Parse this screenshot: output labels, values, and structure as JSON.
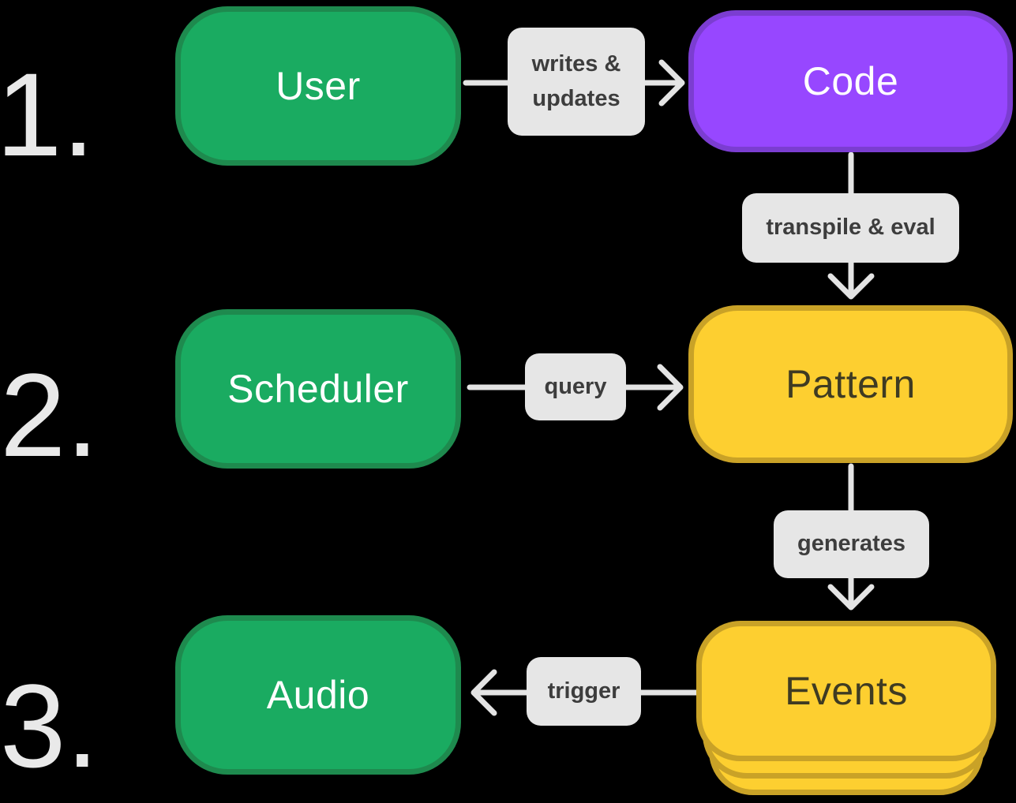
{
  "diagram": {
    "steps": [
      {
        "number": "1."
      },
      {
        "number": "2."
      },
      {
        "number": "3."
      }
    ],
    "nodes": {
      "user": {
        "label": "User",
        "color": "#1aab61"
      },
      "code": {
        "label": "Code",
        "color": "#9747ff"
      },
      "scheduler": {
        "label": "Scheduler",
        "color": "#1aab61"
      },
      "pattern": {
        "label": "Pattern",
        "color": "#fdcf30"
      },
      "events": {
        "label": "Events",
        "color": "#fdcf30"
      },
      "audio": {
        "label": "Audio",
        "color": "#1aab61"
      }
    },
    "edges": {
      "user_code": {
        "label": "writes &\nupdates"
      },
      "code_pattern": {
        "label": "transpile & eval"
      },
      "scheduler_pattern": {
        "label": "query"
      },
      "pattern_events": {
        "label": "generates"
      },
      "events_audio": {
        "label": "trigger"
      }
    },
    "colors": {
      "green": "#1aab61",
      "green_border": "#1e8a4e",
      "purple": "#9747ff",
      "purple_border": "#7b3dd1",
      "yellow": "#fdcf30",
      "yellow_border": "#c9a227",
      "chip_background": "#e6e6e6",
      "chip_text": "#3d3d3d",
      "arrow": "#e4e4e4",
      "step_number": "#e9e9e9",
      "background": "#000000"
    }
  }
}
